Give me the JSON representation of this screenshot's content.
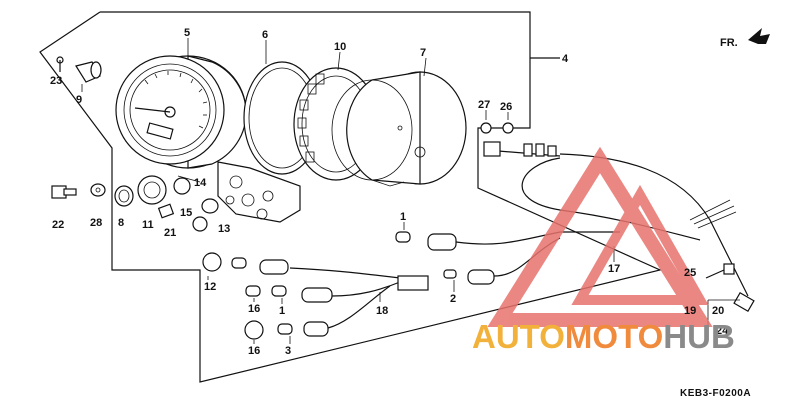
{
  "callouts": [
    {
      "id": "c1a",
      "text": "1"
    },
    {
      "id": "c1b",
      "text": "1"
    },
    {
      "id": "c2",
      "text": "2"
    },
    {
      "id": "c3",
      "text": "3"
    },
    {
      "id": "c4",
      "text": "4"
    },
    {
      "id": "c5",
      "text": "5"
    },
    {
      "id": "c6",
      "text": "6"
    },
    {
      "id": "c7",
      "text": "7"
    },
    {
      "id": "c8",
      "text": "8"
    },
    {
      "id": "c9",
      "text": "9"
    },
    {
      "id": "c10",
      "text": "10"
    },
    {
      "id": "c11",
      "text": "11"
    },
    {
      "id": "c12",
      "text": "12"
    },
    {
      "id": "c13",
      "text": "13"
    },
    {
      "id": "c14",
      "text": "14"
    },
    {
      "id": "c15",
      "text": "15"
    },
    {
      "id": "c16a",
      "text": "16"
    },
    {
      "id": "c16b",
      "text": "16"
    },
    {
      "id": "c17",
      "text": "17"
    },
    {
      "id": "c18",
      "text": "18"
    },
    {
      "id": "c19",
      "text": "19"
    },
    {
      "id": "c20",
      "text": "20"
    },
    {
      "id": "c21",
      "text": "21"
    },
    {
      "id": "c22",
      "text": "22"
    },
    {
      "id": "c23",
      "text": "23"
    },
    {
      "id": "c24",
      "text": "24"
    },
    {
      "id": "c25",
      "text": "25"
    },
    {
      "id": "c26",
      "text": "26"
    },
    {
      "id": "c27",
      "text": "27"
    },
    {
      "id": "c28",
      "text": "28"
    }
  ],
  "direction": {
    "label": "FR."
  },
  "diagram_code": "KEB3-F0200A",
  "watermark": {
    "part1": "AUTO",
    "part2": "MOTO",
    "part3": "HUB",
    "colors": {
      "auto": "#f2b13a",
      "moto": "#f08a3c",
      "hub": "#8a8a8a",
      "triangle": "#e8736d"
    }
  }
}
